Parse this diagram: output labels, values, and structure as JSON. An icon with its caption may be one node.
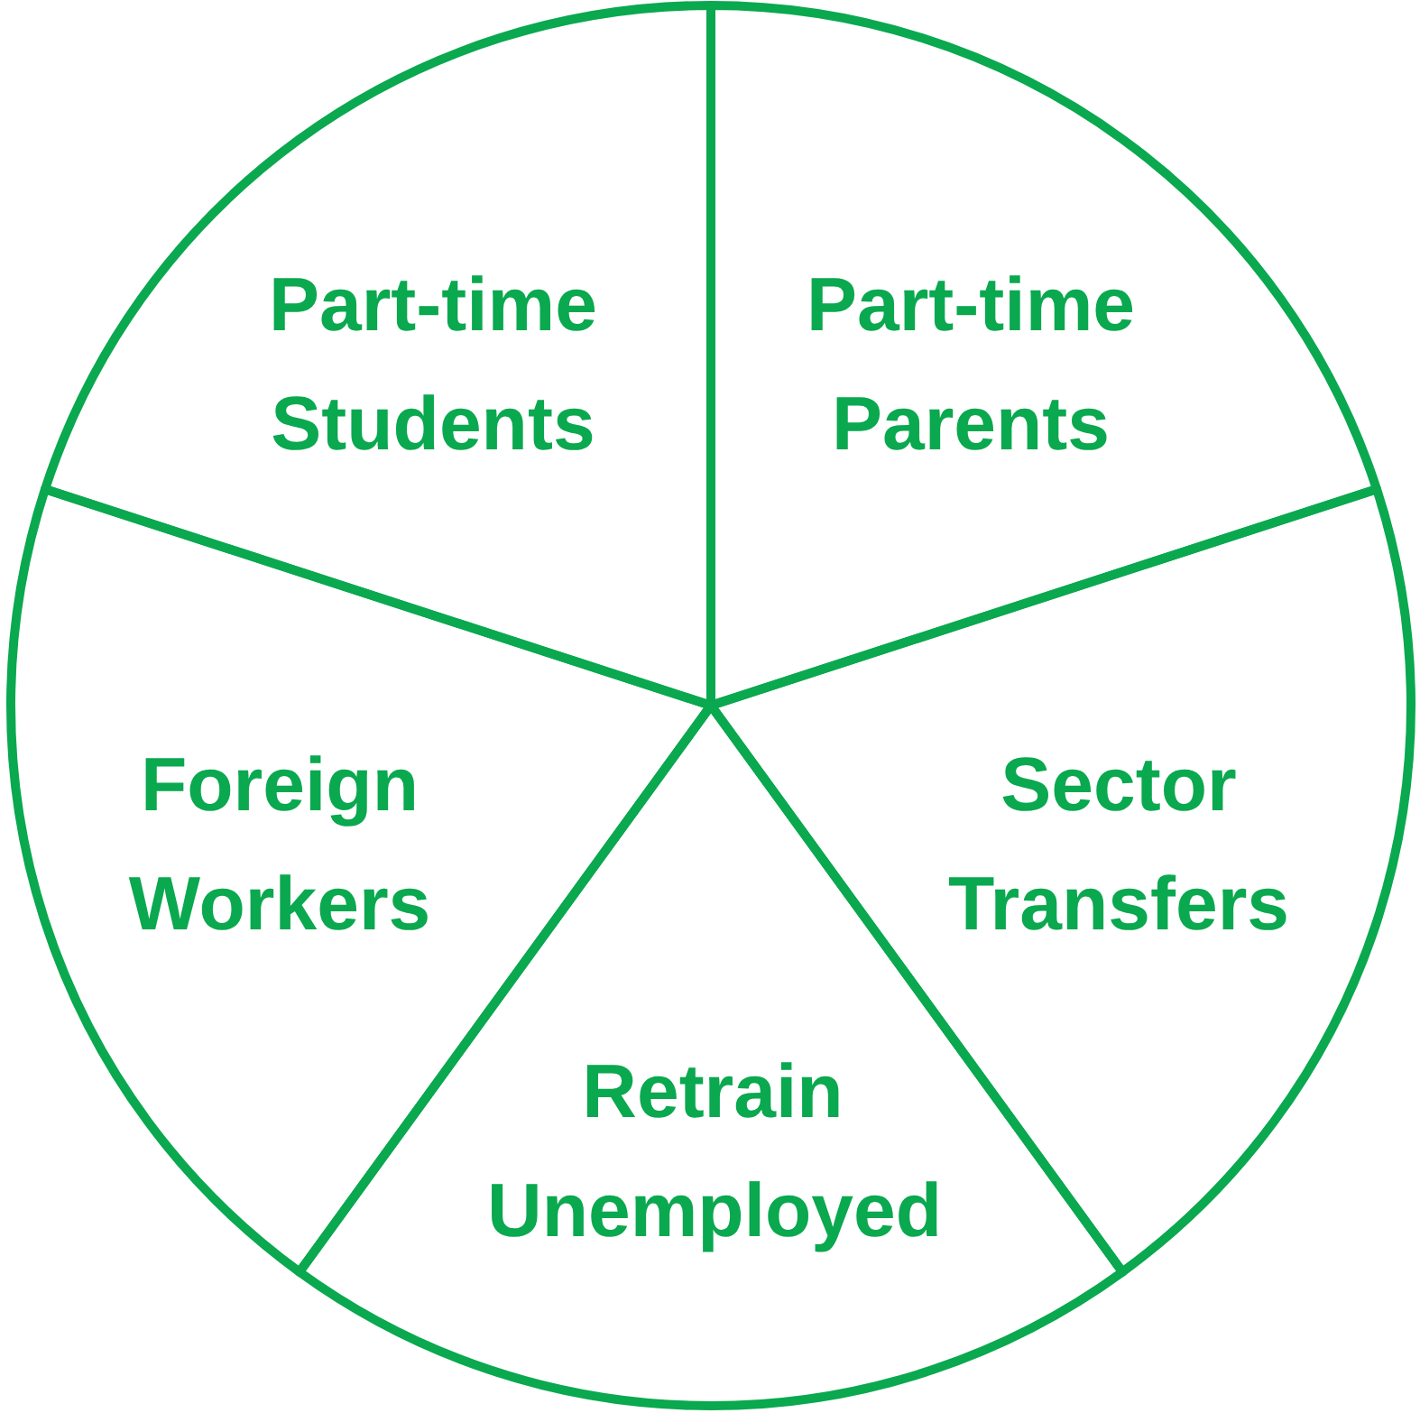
{
  "diagram": {
    "nodes": [
      {
        "text": [
          "Part-time Students"
        ]
      },
      {
        "text": [
          "Part-time Parents"
        ]
      },
      {
        "text": [
          "Foreign Workers"
        ]
      },
      {
        "text": [
          "Sector Transfers"
        ]
      },
      {
        "text": [
          "Retrain Unemployed"
        ]
      }
    ]
  }
}
